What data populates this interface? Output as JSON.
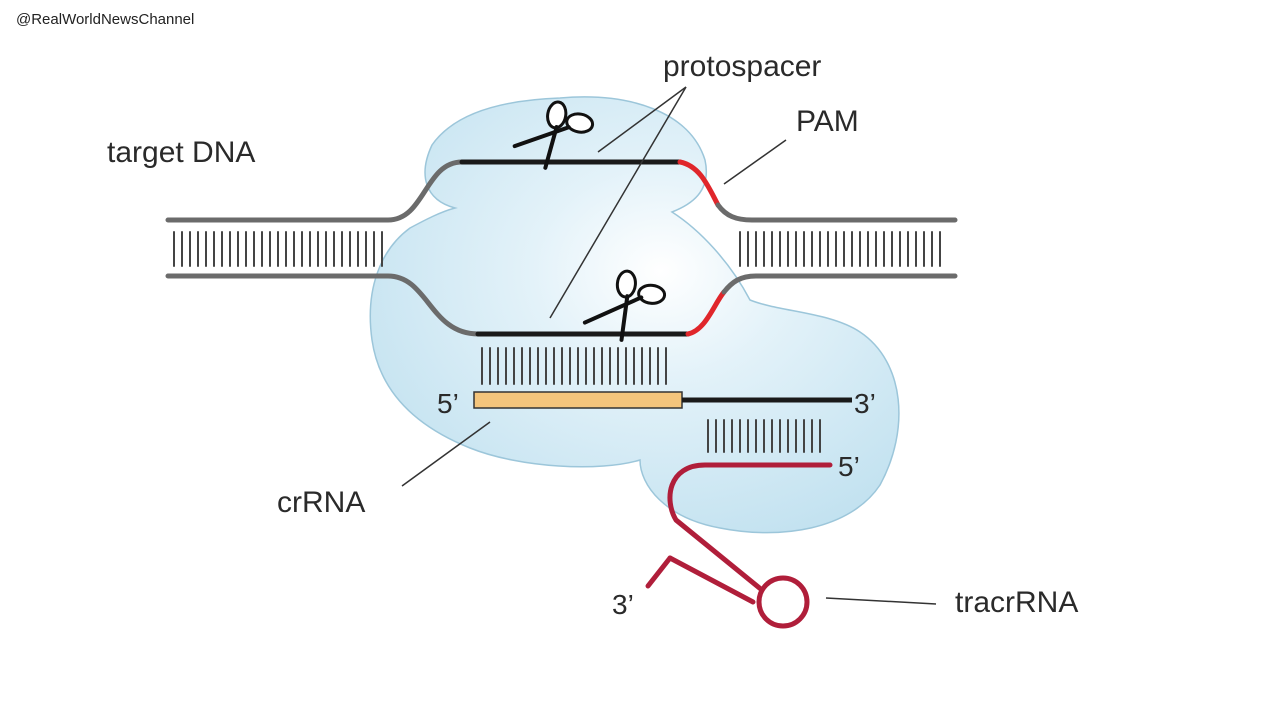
{
  "watermark": "@RealWorldNewsChannel",
  "labels": {
    "target_dna": "target DNA",
    "protospacer": "protospacer",
    "pam": "PAM",
    "crrna": "crRNA",
    "tracrrna": "tracrRNA",
    "crrna_5": "5’",
    "crrna_3": "3’",
    "tracr_5": "5’",
    "tracr_3": "3’"
  },
  "colors": {
    "protein": "#cfe8f3",
    "protein_outline": "#9cc6da",
    "dna_strand": "#6b6b6b",
    "protospacer_strand": "#1a1a1a",
    "pam": "#e0262b",
    "crrna_guide": "#f4c57c",
    "tracrrna": "#b01e3a"
  },
  "icons": [
    "scissors-icon",
    "scissors-icon"
  ]
}
